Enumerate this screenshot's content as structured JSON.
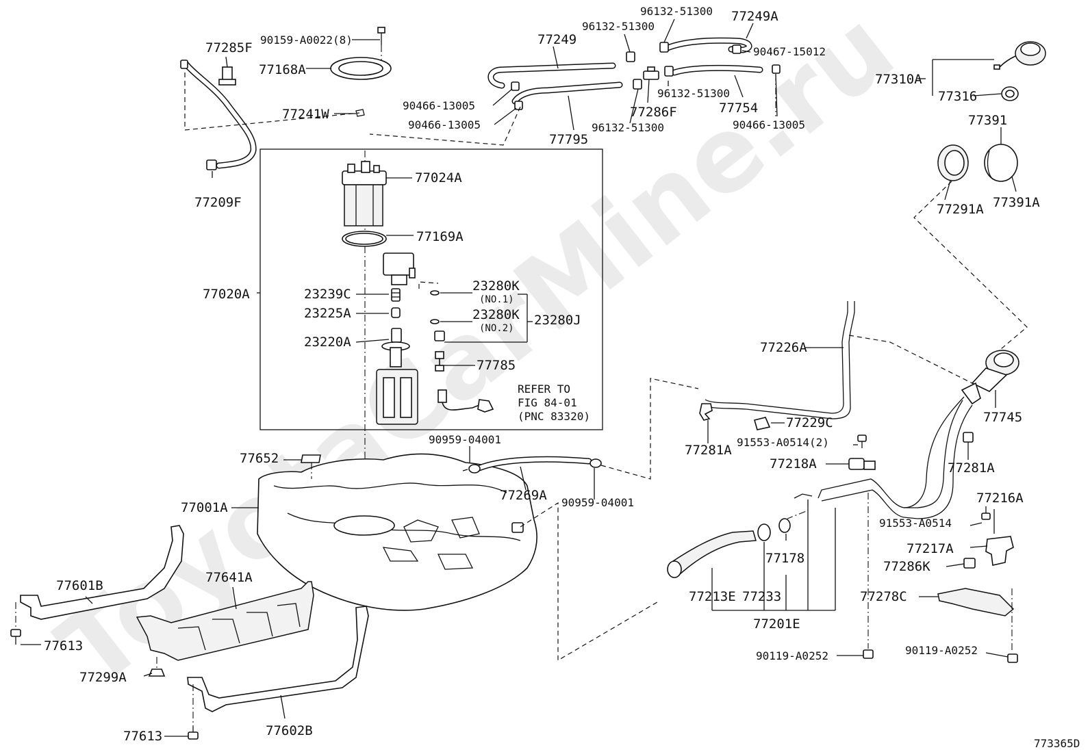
{
  "watermark": "ToyotaCarMine.ru",
  "figure_code": "773365D",
  "labels": {
    "p77285F": "77285F",
    "p90159": "90159-A0022(8)",
    "p77168A": "77168A",
    "p77241W": "77241W",
    "p77209F": "77209F",
    "p77249": "77249",
    "p96132a": "96132-51300",
    "p96132b": "96132-51300",
    "p77249A": "77249A",
    "p90467": "90467-15012",
    "p96132c": "96132-51300",
    "p77754": "77754",
    "p90466a": "90466-13005",
    "p90466b": "90466-13005",
    "p90466c": "90466-13005",
    "p77795": "77795",
    "p96132d": "96132-51300",
    "p77286F": "77286F",
    "p77310A": "77310A",
    "p77316": "77316",
    "p77391": "77391",
    "p77291A": "77291A",
    "p77391A": "77391A",
    "p77024A": "77024A",
    "p77169A": "77169A",
    "p77020A": "77020A",
    "p23239C": "23239C",
    "p23225A": "23225A",
    "p23220A": "23220A",
    "p23280K1": "23280K",
    "no1": "(NO.1)",
    "p23280K2": "23280K",
    "no2": "(NO.2)",
    "p23280J": "23280J",
    "p77785": "77785",
    "refer1": "REFER TO",
    "refer2": "FIG 84-01",
    "refer3": "(PNC 83320)",
    "p77226A": "77226A",
    "p77229C": "77229C",
    "p77281Aa": "77281A",
    "p91553a": "91553-A0514(2)",
    "p77218A": "77218A",
    "p77745": "77745",
    "p77281Ab": "77281A",
    "p77216A": "77216A",
    "p91553b": "91553-A0514",
    "p77217A": "77217A",
    "p77286K": "77286K",
    "p77278C": "77278C",
    "p90959a": "90959-04001",
    "p77652": "77652",
    "p77269A": "77269A",
    "p90959b": "90959-04001",
    "p77001A": "77001A",
    "p77601B": "77601B",
    "p77641A": "77641A",
    "p77613a": "77613",
    "p77299A": "77299A",
    "p77613b": "77613",
    "p77602B": "77602B",
    "p77178": "77178",
    "p77213E": "77213E",
    "p77233": "77233",
    "p77201E": "77201E",
    "p90119a": "90119-A0252",
    "p90119b": "90119-A0252"
  }
}
